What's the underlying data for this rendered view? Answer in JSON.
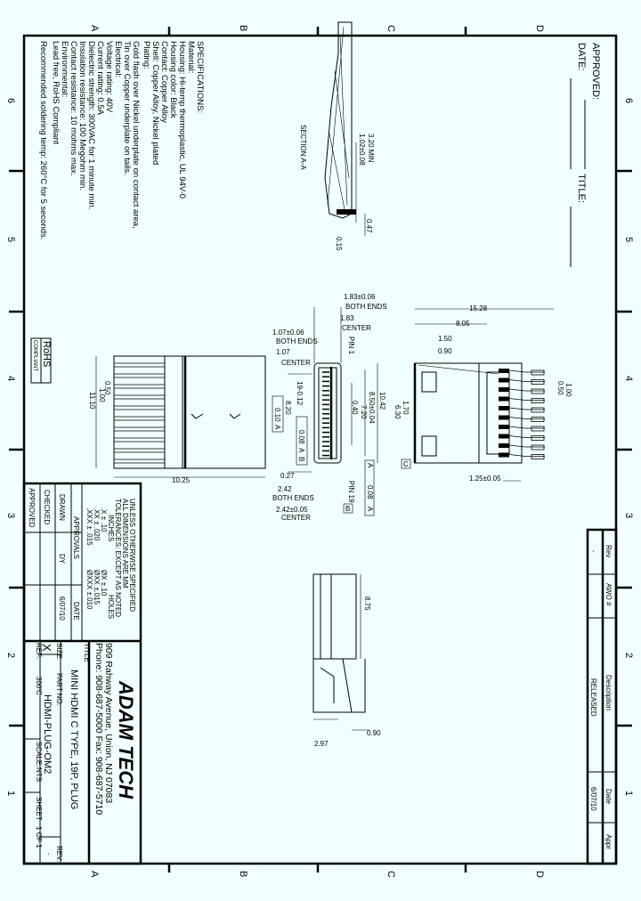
{
  "grid": {
    "columns": [
      "A",
      "B",
      "C",
      "D"
    ],
    "rows": [
      "6",
      "5",
      "4",
      "3",
      "2",
      "1"
    ]
  },
  "header": {
    "approved_label": "APPROVED:",
    "date_label": "DATE:",
    "title_label": "TITLE:"
  },
  "specifications": [
    "SPECIFICATIONS:",
    "Material:",
    "Housing: Hi-temp thermoplastic, UL 94V-0",
    "Housing color: Black",
    "Contact: Copper Alloy",
    "Shell: Copper Alloy, Nickel plated",
    "Plating:",
    "Gold flash over Nickel underplate on contact area,",
    "Tin over Copper underplate on tails.",
    "Electrical:",
    "Voltage rating: 40V",
    "Current rating: 0.5A",
    "Dielectric strength: 300VAC for 1 minute min.",
    "Insulation resistance: 100 Megohm min.",
    "Contact resistance: 10 mohms max.",
    "Environmental:",
    "Lead free, RoHS Compliant",
    "Recommended soldering temp: 260°C for 5 seconds."
  ],
  "rohs": {
    "line1": "RoHS",
    "line2": "COMPLIANT"
  },
  "section": {
    "label": "SECTION  A-A",
    "dims": [
      "3.20 MIN",
      "1.02±0.08",
      "0.47",
      "0.15"
    ]
  },
  "front_view": {
    "dims": [
      "1.83±0.06",
      "BOTH ENDS",
      "1.83",
      "CENTER",
      "1.07±0.06",
      "BOTH ENDS",
      "1.07",
      "CENTER",
      "PIN 1",
      "PIN 19",
      "19-0.12",
      "0.40",
      "7.20",
      "8.50±0.04",
      "10.42",
      "8.20",
      "0.10",
      "A",
      "0.08",
      "A",
      "B",
      "0.27",
      "2.42",
      "BOTH ENDS",
      "2.42±0.05",
      "CENTER",
      "B",
      "A",
      "0.08",
      "A"
    ]
  },
  "top_view": {
    "dims": [
      "15.28",
      "8.05",
      "1.50",
      "0.90",
      "1.70",
      "6.30",
      "0.50",
      "1.00",
      "1.25±0.05",
      "C"
    ]
  },
  "side_view": {
    "dims": [
      "10.25",
      "11.10",
      "0.50",
      "1.00"
    ]
  },
  "plug_view": {
    "dims": [
      "8.75",
      "2.97",
      "0.90"
    ]
  },
  "revision_block": {
    "headers": [
      "Rev",
      "AWO #",
      "Description",
      "Date",
      "Appr"
    ],
    "row": [
      "-",
      "",
      "RELEASED",
      "6/07/10",
      ""
    ]
  },
  "title_block": {
    "tolerance_lines": [
      "UNLESS OTHERWISE SPECIFIED",
      "ALL DIMENSIONS ARE MM",
      "TOLERANCES: EXCEPT AS NOTED",
      "INCHES",
      "HOLES",
      ".X     ± .10",
      ".XX    ± .020",
      ".XXX   ± .015",
      "ØX     ±.10",
      "ØXX    ±.015",
      "ØXXX   ±.010"
    ],
    "approvals": "APPROVALS",
    "date_header": "DATE",
    "drawn_label": "DRAWN",
    "drawn_by": "DY",
    "drawn_date": "6/07/10",
    "checked_label": "CHECKED",
    "approved_label": "APPROVED",
    "company": "ADAM TECH",
    "address": "909 Rahway Avenue, Union, NJ 07083",
    "phone": "Phone: 908-687-5000 Fax: 908-687-5710",
    "title_label": "TITLE",
    "title": "MINI HDMI C TYPE, 19P, PLUG",
    "size_label": "SIZE",
    "size": "X",
    "part_no_label": "PART NO.",
    "part_no": "HDMI-PLUG-OM2",
    "rev_label": "REV.",
    "rev": "-",
    "ref_label": "REF:",
    "ref": "300'C",
    "scale_label": "SCALE:",
    "scale": "NTS",
    "sheet_label": "SHEET",
    "sheet": "1 OF 1"
  }
}
